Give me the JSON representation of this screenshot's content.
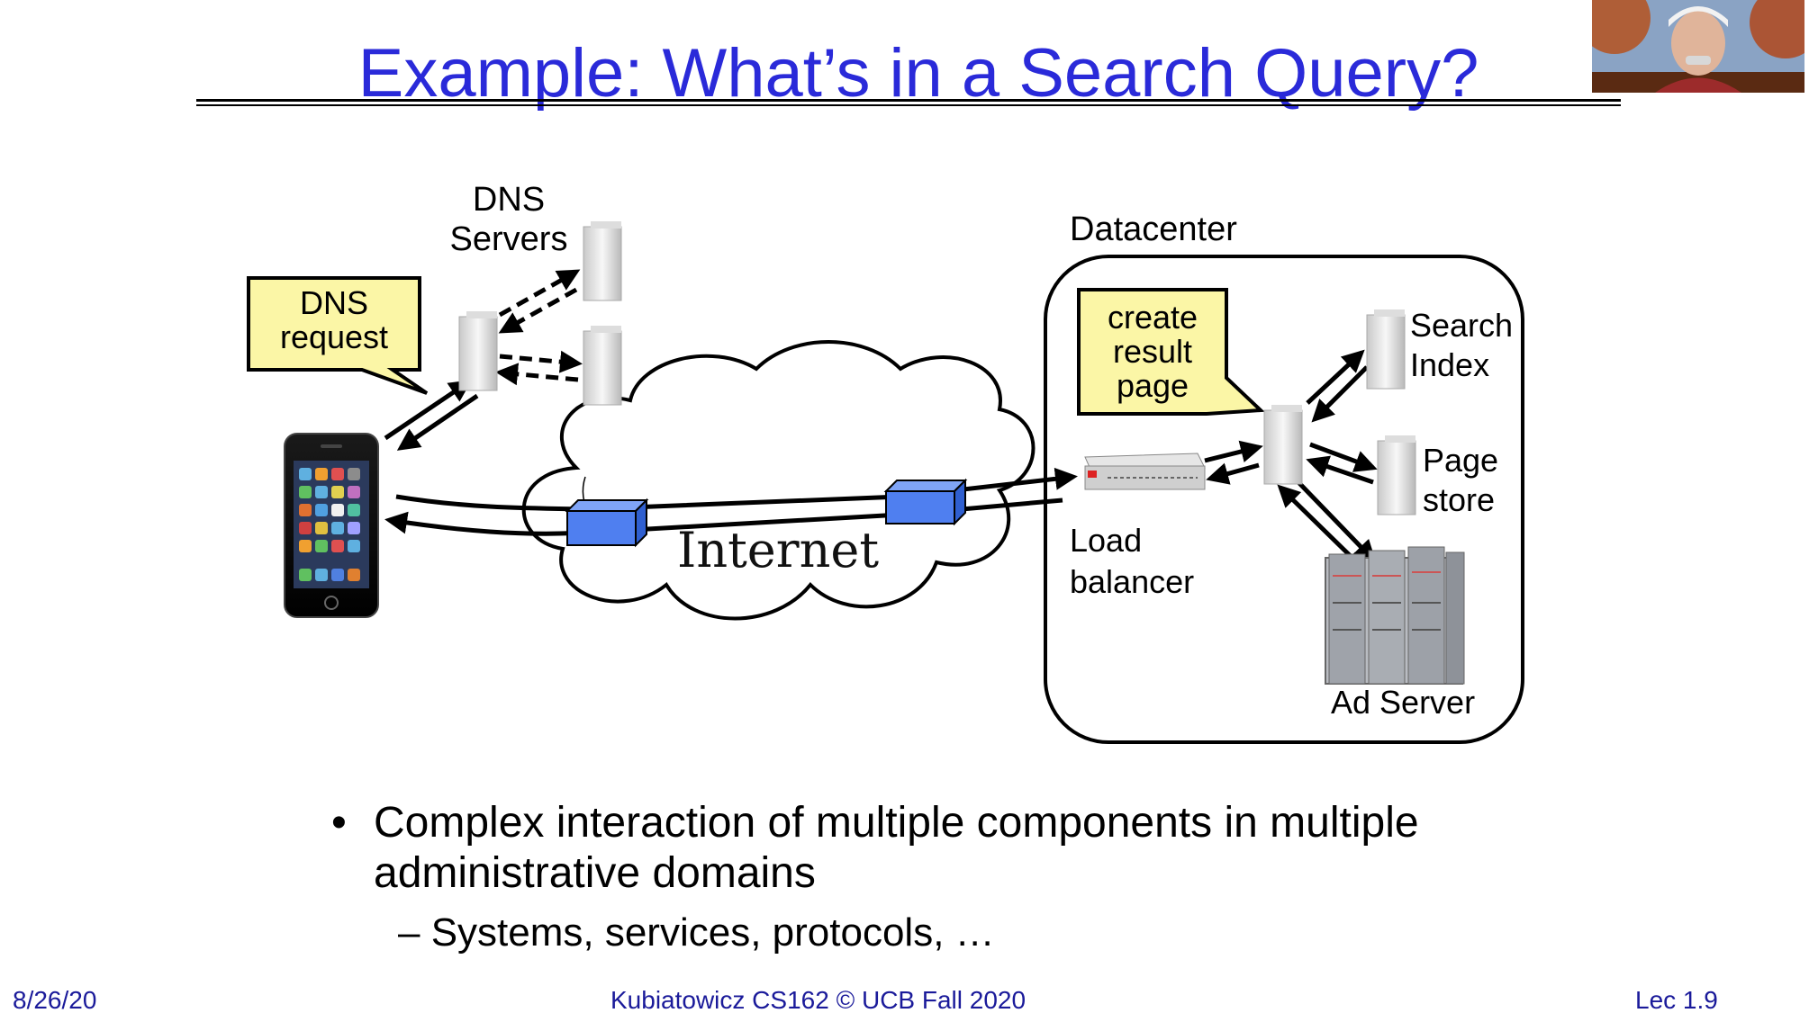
{
  "slide": {
    "title": "Example: What’s in a Search Query?"
  },
  "diagram": {
    "dns_servers_label": "DNS\nServers",
    "dns_servers_line1": "DNS",
    "dns_servers_line2": "Servers",
    "dns_callout_line1": "DNS",
    "dns_callout_line2": "request",
    "internet_label": "Internet",
    "datacenter_label": "Datacenter",
    "create_line1": "create",
    "create_line2": "result",
    "create_line3": "page",
    "search_index_line1": "Search",
    "search_index_line2": "Index",
    "page_store_line1": "Page",
    "page_store_line2": "store",
    "load_balancer_line1": "Load",
    "load_balancer_line2": "balancer",
    "ad_server_label": "Ad Server"
  },
  "bullets": {
    "main_line1": "Complex interaction of multiple components in multiple",
    "main_line2": "administrative domains",
    "bullet_char": "•",
    "sub": "– Systems, services, protocols, …"
  },
  "footer": {
    "date": "8/26/20",
    "course": "Kubiatowicz CS162 © UCB Fall 2020",
    "lecture": "Lec 1.9"
  },
  "icons": [
    "server-icon",
    "smartphone-icon",
    "cloud-icon",
    "router-icon",
    "rack-server-icon",
    "webcam-thumbnail"
  ]
}
